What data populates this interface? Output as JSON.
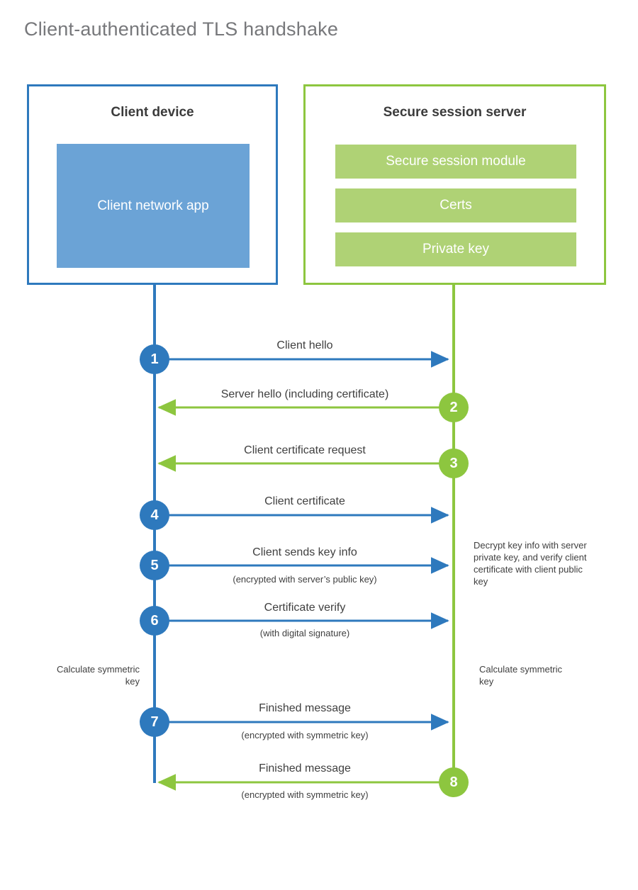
{
  "title": "Client-authenticated TLS handshake",
  "colors": {
    "client_blue": "#2e79bd",
    "client_app_blue": "#6ba3d6",
    "server_green": "#8dc63f",
    "server_module_green": "#afd275",
    "title_gray": "#77787b",
    "text_dark": "#3f3f3f"
  },
  "participants": {
    "client": {
      "title": "Client device",
      "components": [
        {
          "label": "Client network app"
        }
      ]
    },
    "server": {
      "title": "Secure session server",
      "components": [
        {
          "label": "Secure session module"
        },
        {
          "label": "Certs"
        },
        {
          "label": "Private key"
        }
      ]
    }
  },
  "steps": [
    {
      "number": "1",
      "label": "Client hello",
      "sublabel": "",
      "direction": "client-to-server"
    },
    {
      "number": "2",
      "label": "Server hello (including certificate)",
      "sublabel": "",
      "direction": "server-to-client"
    },
    {
      "number": "3",
      "label": "Client certificate request",
      "sublabel": "",
      "direction": "server-to-client"
    },
    {
      "number": "4",
      "label": "Client certificate",
      "sublabel": "",
      "direction": "client-to-server"
    },
    {
      "number": "5",
      "label": "Client sends key info",
      "sublabel": "(encrypted with server’s public key)",
      "direction": "client-to-server"
    },
    {
      "number": "6",
      "label": "Certificate verify",
      "sublabel": "(with digital signature)",
      "direction": "client-to-server"
    },
    {
      "number": "7",
      "label": "Finished message",
      "sublabel": "(encrypted with symmetric key)",
      "direction": "client-to-server"
    },
    {
      "number": "8",
      "label": "Finished message",
      "sublabel": "(encrypted with symmetric key)",
      "direction": "server-to-client"
    }
  ],
  "annotations": {
    "server_decrypt": "Decrypt key info with server private key, and verify client certificate with client public key",
    "client_calculate": "Calculate symmetric key",
    "server_calculate": "Calculate symmetric key"
  }
}
